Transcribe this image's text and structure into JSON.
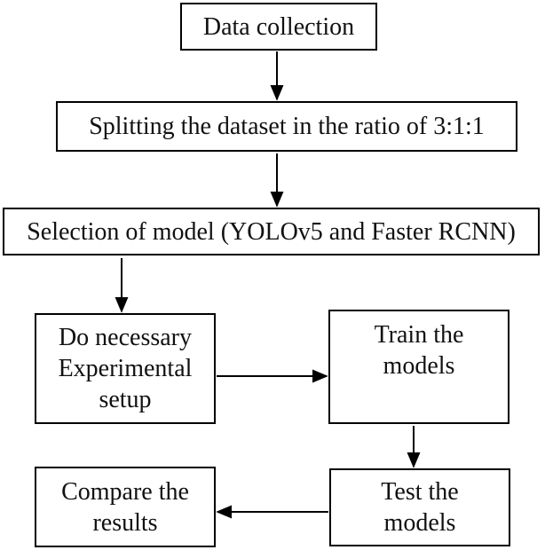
{
  "diagram": {
    "type": "flowchart",
    "background_color": "#ffffff",
    "box_border_color": "#000000",
    "text_color": "#111111",
    "arrow_color": "#000000",
    "nodes": {
      "data_collection": {
        "label": "Data collection"
      },
      "splitting": {
        "label": "Splitting the dataset in the ratio of 3:1:1"
      },
      "model_selection": {
        "label": "Selection of model (YOLOv5 and Faster RCNN)"
      },
      "experimental_setup": {
        "label": "Do necessary\nExperimental\nsetup"
      },
      "train": {
        "label": "Train the\nmodels"
      },
      "test": {
        "label": "Test the\nmodels"
      },
      "compare": {
        "label": "Compare the\nresults"
      }
    },
    "edges": [
      {
        "from": "data_collection",
        "to": "splitting",
        "direction": "down"
      },
      {
        "from": "splitting",
        "to": "model_selection",
        "direction": "down"
      },
      {
        "from": "model_selection",
        "to": "experimental_setup",
        "direction": "down"
      },
      {
        "from": "experimental_setup",
        "to": "train",
        "direction": "right"
      },
      {
        "from": "train",
        "to": "test",
        "direction": "down"
      },
      {
        "from": "test",
        "to": "compare",
        "direction": "left"
      }
    ]
  }
}
